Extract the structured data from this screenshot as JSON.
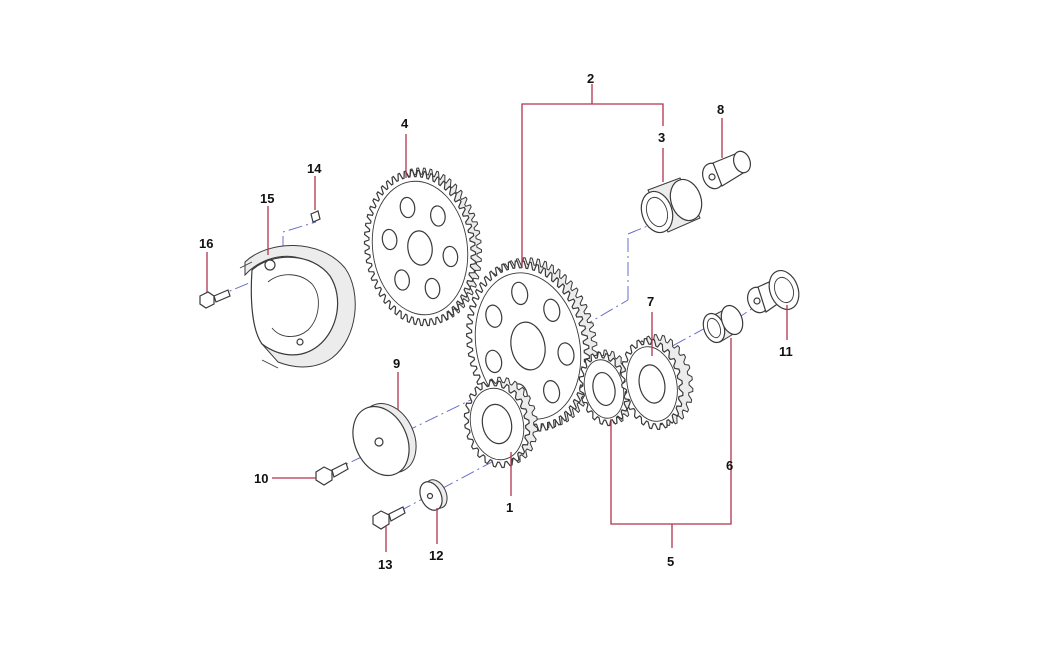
{
  "diagram": {
    "callouts": [
      {
        "id": "1",
        "label": "1"
      },
      {
        "id": "2",
        "label": "2"
      },
      {
        "id": "3",
        "label": "3"
      },
      {
        "id": "4",
        "label": "4"
      },
      {
        "id": "5",
        "label": "5"
      },
      {
        "id": "6",
        "label": "6"
      },
      {
        "id": "7",
        "label": "7"
      },
      {
        "id": "8",
        "label": "8"
      },
      {
        "id": "9",
        "label": "9"
      },
      {
        "id": "10",
        "label": "10"
      },
      {
        "id": "11",
        "label": "11"
      },
      {
        "id": "12",
        "label": "12"
      },
      {
        "id": "13",
        "label": "13"
      },
      {
        "id": "14",
        "label": "14"
      },
      {
        "id": "15",
        "label": "15"
      },
      {
        "id": "16",
        "label": "16"
      }
    ],
    "colors": {
      "leader": "#b0344a",
      "axis": "#6a6fc8",
      "outline": "#3a3a3a"
    }
  }
}
